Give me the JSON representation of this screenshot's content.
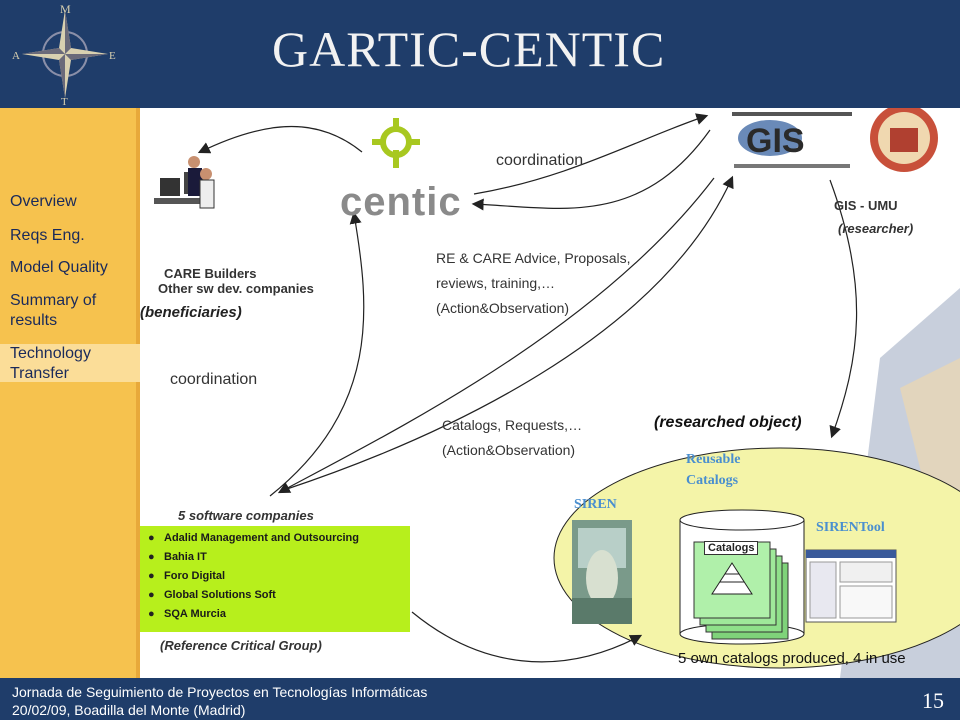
{
  "header": {
    "title": "GARTIC-CENTIC",
    "compass": {
      "n": "M",
      "w": "A",
      "e": "E",
      "s": "T"
    }
  },
  "sidebar": {
    "items": [
      {
        "label": "Overview"
      },
      {
        "label": "Reqs Eng."
      },
      {
        "label": "Model Quality"
      },
      {
        "label": "Summary of results"
      },
      {
        "label": "Technology Transfer"
      }
    ]
  },
  "diagram": {
    "coordination_top": "coordination",
    "coordination_left": "coordination",
    "centic_logo": "centic",
    "care_builders": "CARE Builders",
    "other_companies": "Other sw dev. companies",
    "beneficiaries": "(beneficiaries)",
    "gis_logo": "GIS",
    "gis_umu": "GIS - UMU",
    "researcher": "(researcher)",
    "advice_line1": "RE & CARE Advice, Proposals,",
    "advice_line2": "reviews, training,…",
    "advice_line3": "(Action&Observation)",
    "catalogs_line1": "Catalogs, Requests,…",
    "catalogs_line2": "(Action&Observation)",
    "researched_object": "(researched object)",
    "reusable_catalogs_1": "Reusable",
    "reusable_catalogs_2": "Catalogs",
    "siren": "SIREN",
    "sirentool": "SIRENTool",
    "catalogs_tag": "Catalogs",
    "five_companies": "5 software companies",
    "companies": [
      "Adalid Management and Outsourcing",
      "Bahia IT",
      "Foro Digital",
      "Global Solutions Soft",
      "SQA Murcia"
    ],
    "reference_group": "(Reference Critical Group)",
    "produced": "5 own catalogs produced, 4 in use"
  },
  "footer": {
    "line1": "Jornada de Seguimiento de Proyectos en Tecnologías Informáticas",
    "line2": "20/02/09, Boadilla del Monte (Madrid)",
    "page": "15"
  },
  "colors": {
    "header_bg": "#1f3d6a",
    "sidebar_bg": "#f6c24e",
    "company_box": "#b7ef1c",
    "ellipse": "#f4f4a8",
    "accent_blue": "#4a8fcf"
  }
}
